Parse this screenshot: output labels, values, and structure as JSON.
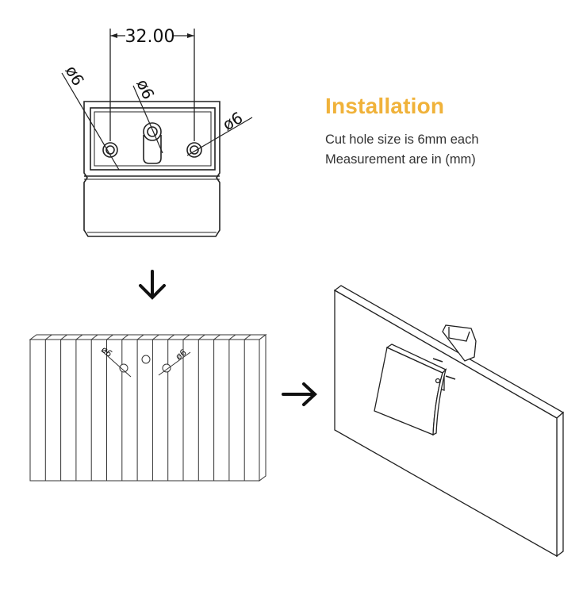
{
  "dimension": {
    "width_label": "32.00",
    "hole_label": "ø6"
  },
  "info": {
    "title": "Installation",
    "lines": [
      "Cut hole size is 6mm each",
      "Measurement are in (mm)"
    ]
  },
  "colors": {
    "title": "#f0b23a",
    "text": "#333333",
    "line": "#222222"
  },
  "icons": {
    "arrow_down": "arrow-down-icon",
    "arrow_right": "arrow-right-icon"
  }
}
